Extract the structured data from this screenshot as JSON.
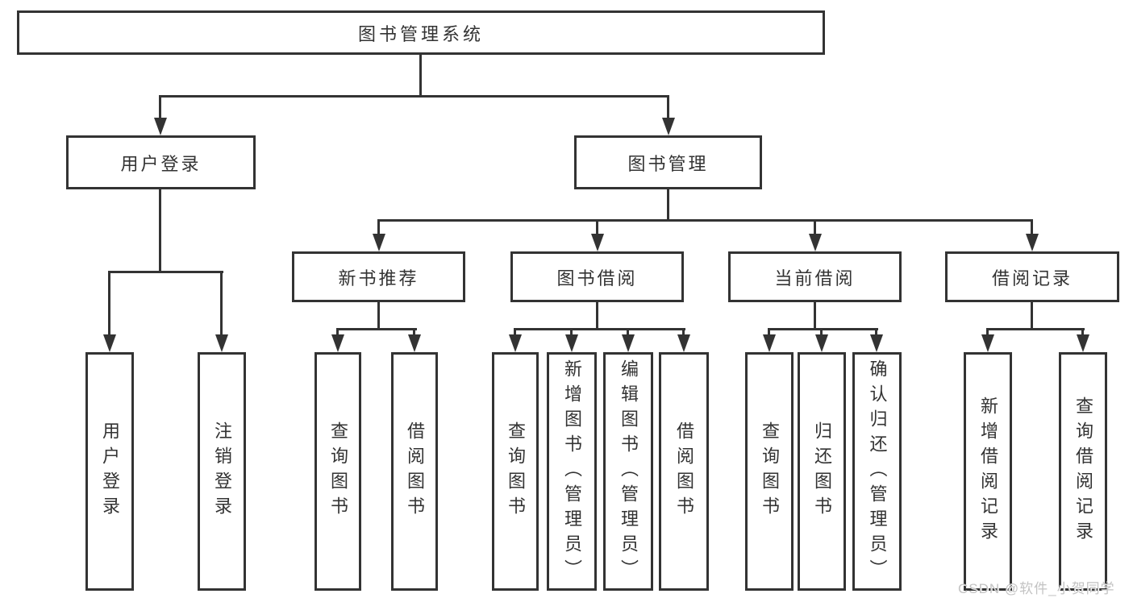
{
  "diagram_title": "图书管理系统",
  "nodes": {
    "root": {
      "label": "图书管理系统"
    },
    "user_login": {
      "label": "用户登录",
      "children": [
        "用户登录",
        "注销登录"
      ]
    },
    "book_mgmt": {
      "label": "图书管理"
    },
    "new_books": {
      "label": "新书推荐",
      "children": [
        "查询图书",
        "借阅图书"
      ]
    },
    "borrowing": {
      "label": "图书借阅",
      "children": [
        "查询图书",
        "新增图书（管理员）",
        "编辑图书（管理员）",
        "借阅图书"
      ]
    },
    "current_borrow": {
      "label": "当前借阅",
      "children": [
        "查询图书",
        "归还图书",
        "确认归还（管理员）"
      ]
    },
    "borrow_records": {
      "label": "借阅记录",
      "children": [
        "新增借阅记录",
        "查询借阅记录"
      ]
    }
  },
  "watermark": {
    "text": "CSDN @软件_小贺同学"
  },
  "colors": {
    "line": "#333333",
    "text": "#333333",
    "background": "#ffffff",
    "watermark": "#c3c3c3"
  }
}
